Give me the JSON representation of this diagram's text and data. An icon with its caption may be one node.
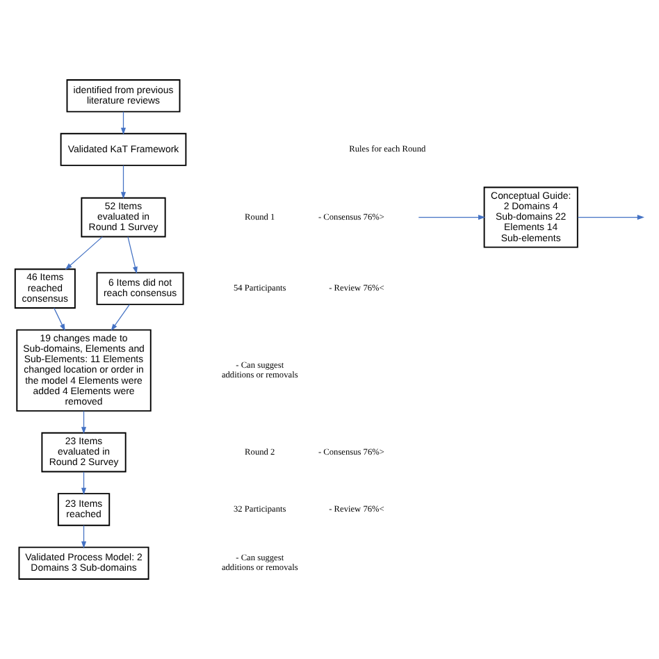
{
  "diagram": {
    "nodes": [
      {
        "text": [
          "identified from previous literature reviews"
        ]
      },
      {
        "text": [
          "Validated KaT Framework"
        ]
      },
      {
        "text": [
          "Conceptual Guide: 2 Domains 4 Sub-domains 22 Elements 14 Sub-elements"
        ]
      },
      {
        "text": [
          "52 Items evaluated in Round 1 Survey"
        ]
      },
      {
        "text": [
          "46 Items reached consensus"
        ]
      },
      {
        "text": [
          "6 Items did not reach consensus"
        ]
      },
      {
        "text": [
          "19 changes made to Sub-domains, Elements and Sub-Elements: 11 Elements changed location or order in the model 4 Elements were added 4 Elements were removed"
        ]
      },
      {
        "text": [
          "23 Items evaluated in Round 2 Survey"
        ]
      },
      {
        "text": [
          "23 Items reached"
        ]
      },
      {
        "text": [
          "Validated Process Model: 2 Domains 3 Sub-domains"
        ]
      }
    ],
    "edges": [
      {
        "from": 0,
        "to": 1,
        "arrow": "to"
      },
      {
        "from": 1,
        "to": 3,
        "arrow": "to"
      },
      {
        "from": null,
        "to": 2,
        "arrow": "to"
      },
      {
        "from": 2,
        "to": null,
        "arrow": "to"
      },
      {
        "from": 3,
        "to": 4,
        "arrow": "to"
      },
      {
        "from": 3,
        "to": 5,
        "arrow": "to"
      },
      {
        "from": 4,
        "to": 6,
        "arrow": "to"
      },
      {
        "from": 5,
        "to": 6,
        "arrow": "to"
      },
      {
        "from": 6,
        "to": 7,
        "arrow": "to"
      },
      {
        "from": 7,
        "to": 8,
        "arrow": "to"
      },
      {
        "from": 8,
        "to": 9,
        "arrow": "to"
      }
    ],
    "labels": [
      "Rules for each Round",
      "Round 1",
      "- Consensus 76%>",
      "54 Participants",
      "- Review 76%<",
      "- Can suggest additions or removals",
      "Round 2",
      "- Consensus 76%>",
      "32 Participants",
      "- Review 76%<",
      "- Can suggest additions or removals"
    ]
  }
}
